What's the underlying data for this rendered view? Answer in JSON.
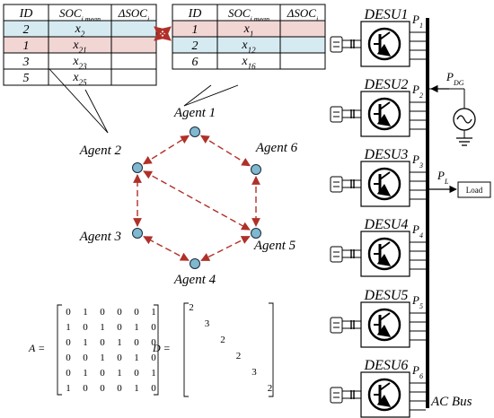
{
  "tables": [
    {
      "headers": {
        "id": "ID",
        "soc": "SOC",
        "soc_sub": "i,mean",
        "dsoc": "ΔSOC",
        "dsoc_sub": "i"
      },
      "rows": [
        {
          "id": "2",
          "soc": "x",
          "sub": "2",
          "fill": "#d6ebf1"
        },
        {
          "id": "1",
          "soc": "x",
          "sub": "21",
          "fill": "#f1d6d4"
        },
        {
          "id": "3",
          "soc": "x",
          "sub": "23",
          "fill": "#ffffff"
        },
        {
          "id": "5",
          "soc": "x",
          "sub": "25",
          "fill": "#ffffff"
        }
      ]
    },
    {
      "headers": {
        "id": "ID",
        "soc": "SOC",
        "soc_sub": "i,mean",
        "dsoc": "ΔSOC",
        "dsoc_sub": "i"
      },
      "rows": [
        {
          "id": "1",
          "soc": "x",
          "sub": "1",
          "fill": "#f1d6d4"
        },
        {
          "id": "2",
          "soc": "x",
          "sub": "12",
          "fill": "#d6ebf1"
        },
        {
          "id": "6",
          "soc": "x",
          "sub": "16",
          "fill": "#ffffff"
        }
      ]
    }
  ],
  "agents": [
    {
      "label": "Agent 1"
    },
    {
      "label": "Agent 6"
    },
    {
      "label": "Agent 5"
    },
    {
      "label": "Agent 4"
    },
    {
      "label": "Agent 3"
    },
    {
      "label": "Agent 2"
    }
  ],
  "matrixA": {
    "label": "A =",
    "rows": [
      [
        "0",
        "1",
        "0",
        "0",
        "0",
        "1"
      ],
      [
        "1",
        "0",
        "1",
        "0",
        "1",
        "0"
      ],
      [
        "0",
        "1",
        "0",
        "1",
        "0",
        "0"
      ],
      [
        "0",
        "0",
        "1",
        "0",
        "1",
        "0"
      ],
      [
        "0",
        "1",
        "0",
        "1",
        "0",
        "1"
      ],
      [
        "1",
        "0",
        "0",
        "0",
        "1",
        "0"
      ]
    ]
  },
  "matrixD": {
    "label": "D =",
    "diagonal": [
      "2",
      "3",
      "2",
      "2",
      "3",
      "2"
    ]
  },
  "desus": [
    {
      "name": "DESU1",
      "power": "P",
      "sub": "1"
    },
    {
      "name": "DESU2",
      "power": "P",
      "sub": "2"
    },
    {
      "name": "DESU3",
      "power": "P",
      "sub": "3"
    },
    {
      "name": "DESU4",
      "power": "P",
      "sub": "4"
    },
    {
      "name": "DESU5",
      "power": "P",
      "sub": "5"
    },
    {
      "name": "DESU6",
      "power": "P",
      "sub": "6"
    }
  ],
  "pdg": {
    "text": "P",
    "sub": "DG"
  },
  "pl": {
    "text": "P",
    "sub": "L"
  },
  "load_label": "Load",
  "bus_label": "AC Bus",
  "colors": {
    "agent_node": "#7fb8cf",
    "agent_edge": "#b03028",
    "line": "#000000"
  }
}
